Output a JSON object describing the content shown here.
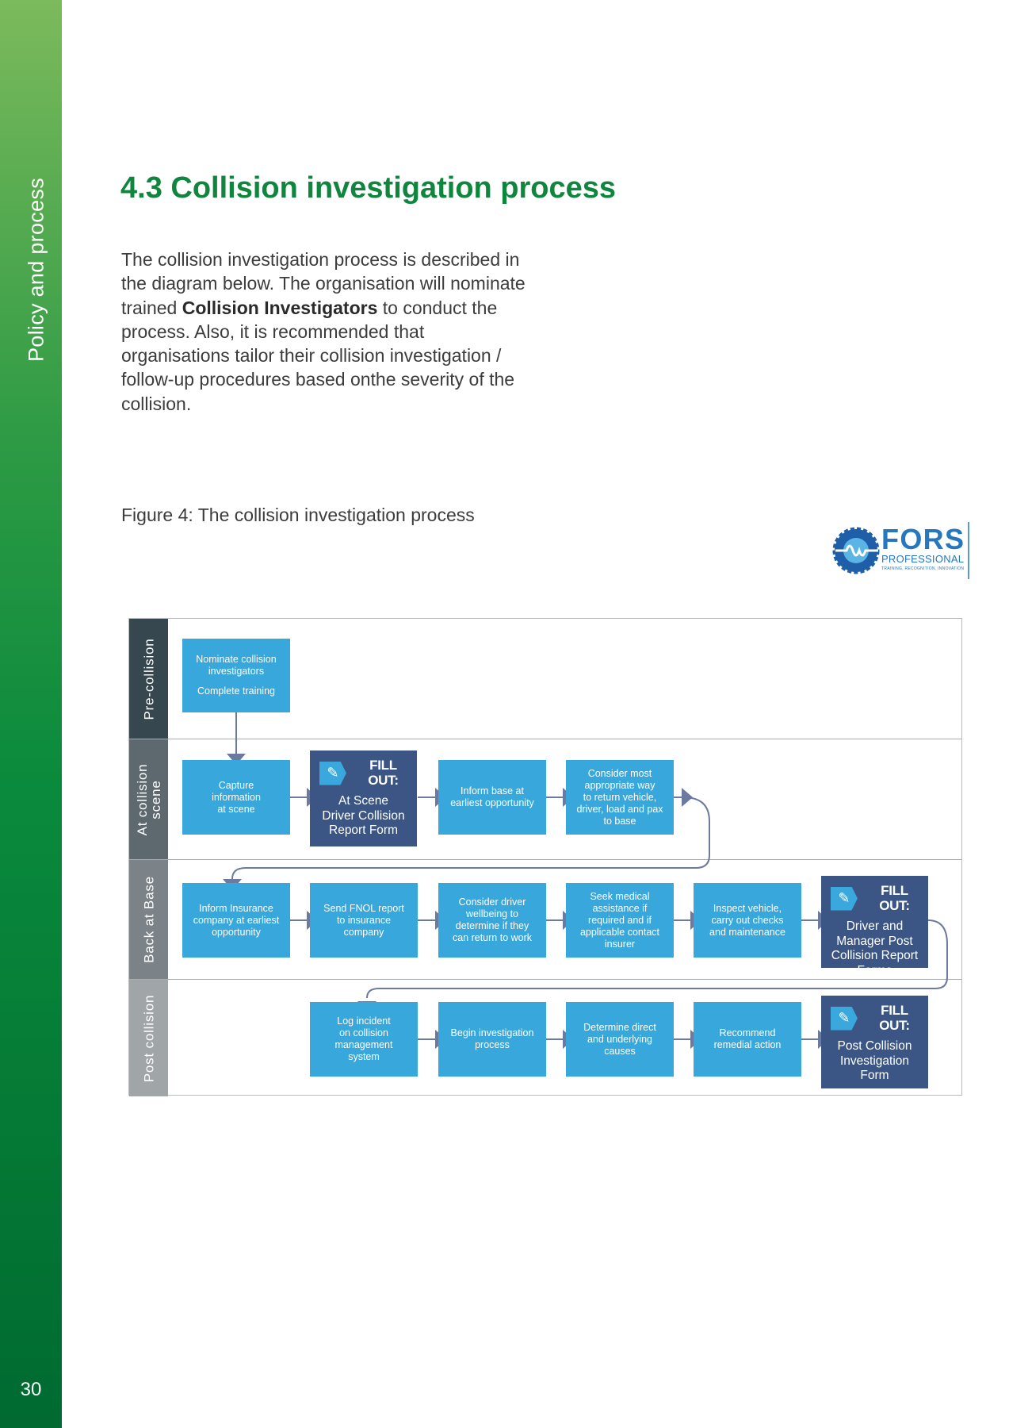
{
  "sidebar": {
    "section": "Policy and process",
    "page_number": "30"
  },
  "title": "4.3 Collision investigation process",
  "intro": {
    "before": "The collision investigation process is described in the diagram below. The organisation will nominate trained ",
    "bold": "Collision Investigators",
    "after": " to conduct the process. Also, it is recommended that organisations tailor their collision investigation / follow-up procedures based onthe severity of the collision."
  },
  "figure_caption": "Figure 4: The collision investigation process",
  "logo": {
    "name": "FORS",
    "sub": "PROFESSIONAL",
    "tagline": "TRAINING, RECOGNITION, INNOVATION"
  },
  "colors": {
    "step": "#37a7dc",
    "form": "#3b5684",
    "title": "#10853e",
    "connector": "#6b7a9e"
  },
  "lanes": [
    {
      "label": "Pre-collision",
      "color": "#37474f",
      "steps": [
        {
          "text": "Nominate collision\ninvestigators",
          "text2": "Complete training"
        }
      ]
    },
    {
      "label": "At collision\nscene",
      "color": "#5e696f",
      "steps": [
        {
          "text": "Capture\ninformation\nat scene"
        },
        {
          "fill_label": "FILL OUT:",
          "text": "At Scene\nDriver Collision\nReport Form"
        },
        {
          "text": "Inform base at\nearliest opportunity"
        },
        {
          "text": "Consider most\nappropriate way\nto return vehicle,\ndriver, load and pax\nto base"
        }
      ]
    },
    {
      "label": "Back at Base",
      "color": "#7b8388",
      "steps": [
        {
          "text": "Inform Insurance\ncompany at earliest\nopportunity"
        },
        {
          "text": "Send FNOL report\nto insurance\ncompany"
        },
        {
          "text": "Consider driver\nwellbeing to\ndetermine if they\ncan return to work"
        },
        {
          "text": "Seek medical\nassistance if\nrequired and if\napplicable contact\ninsurer"
        },
        {
          "text": "Inspect vehicle,\ncarry out checks\nand maintenance"
        },
        {
          "fill_label": "FILL OUT:",
          "text": "Driver and\nManager Post\nCollision Report\nForms"
        }
      ]
    },
    {
      "label": "Post collision",
      "color": "#a0a5a8",
      "steps": [
        {
          "text": "Log incident\non collision\nmanagement\nsystem"
        },
        {
          "text": "Begin investigation\nprocess"
        },
        {
          "text": "Determine direct\nand underlying\ncauses"
        },
        {
          "text": "Recommend\nremedial action"
        },
        {
          "fill_label": "FILL OUT:",
          "text": "Post Collision\nInvestigation\nForm"
        }
      ]
    }
  ]
}
